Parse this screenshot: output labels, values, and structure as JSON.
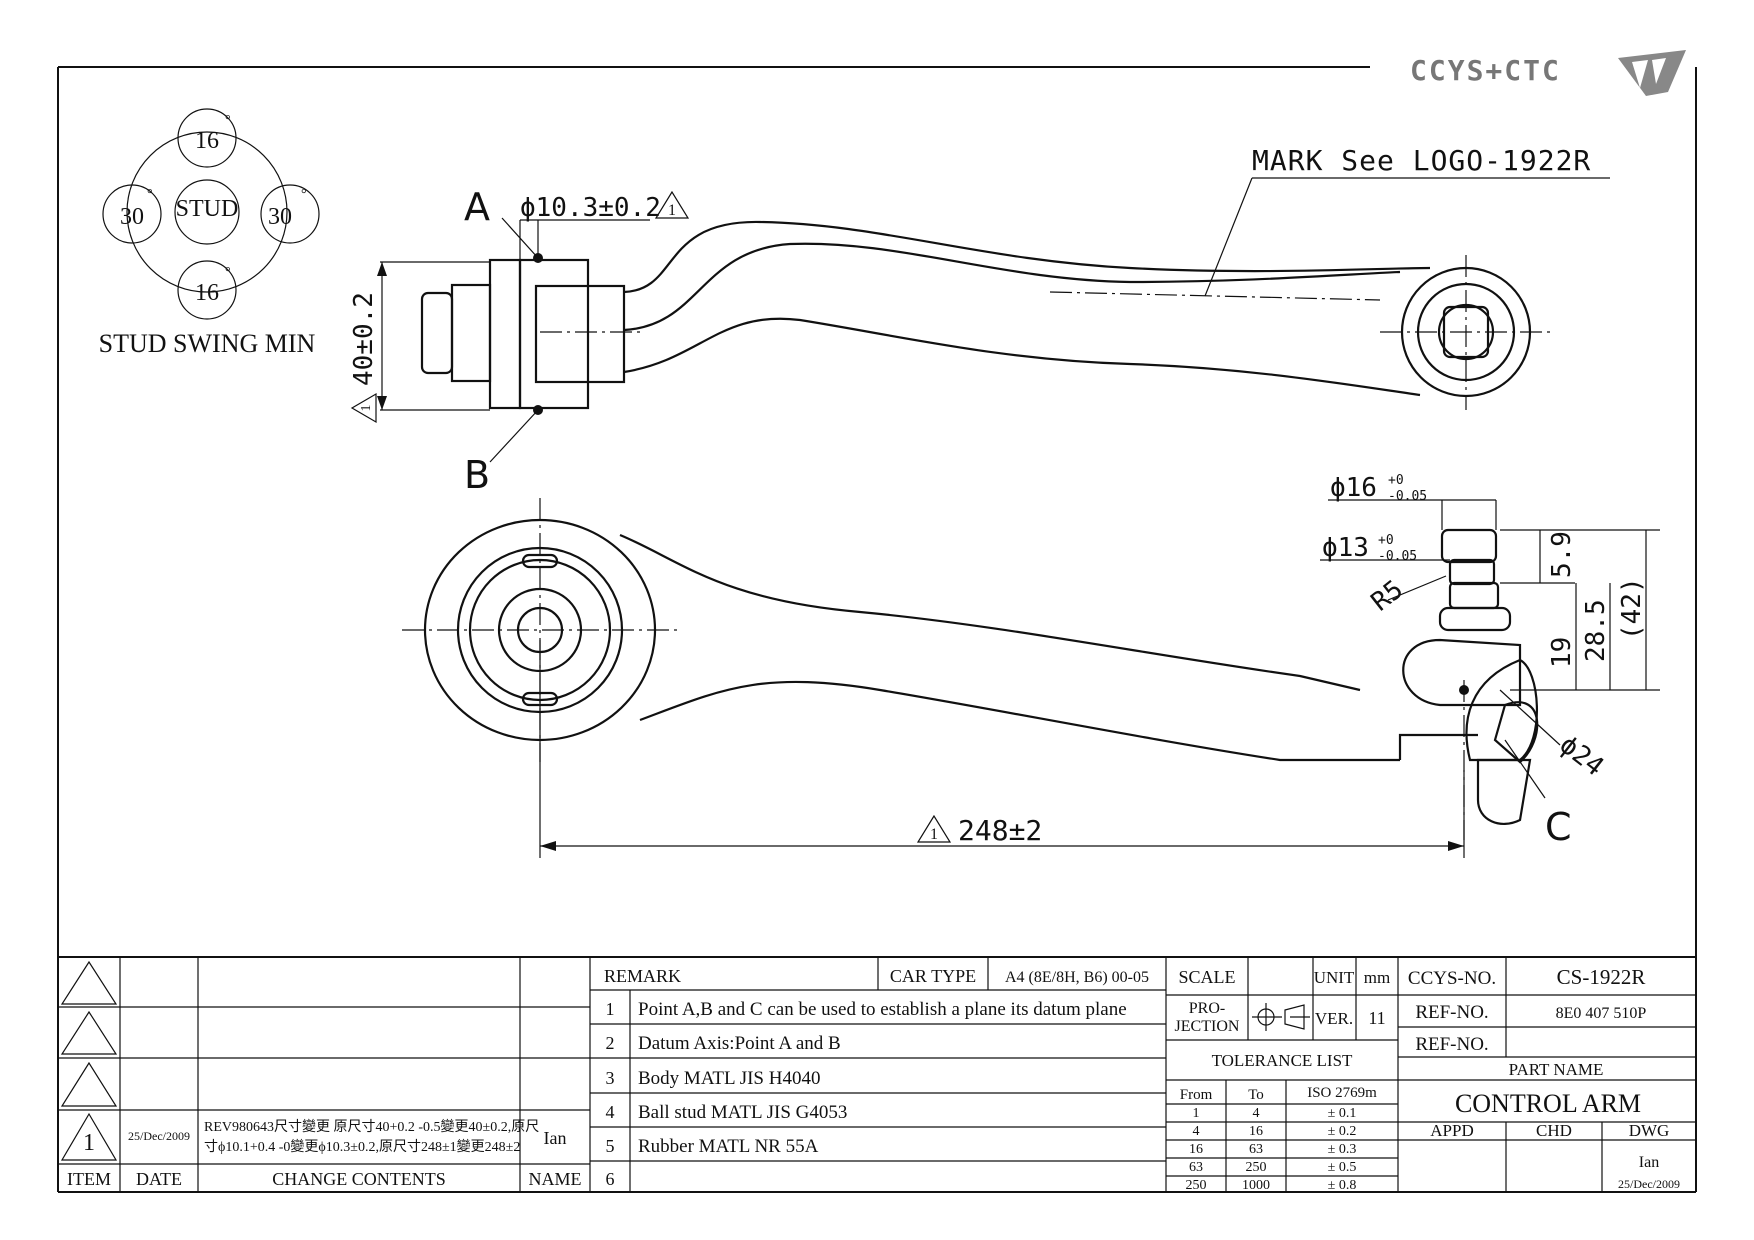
{
  "logo": {
    "text": "CCYS+CTC"
  },
  "mark_note": "MARK See LOGO-1922R",
  "stud_swing": {
    "title": "STUD SWING MIN",
    "center": "STUD",
    "top": "16",
    "bottom": "16",
    "left": "30",
    "right": "30",
    "degree_mark": "°"
  },
  "dims": {
    "label_a": "A",
    "label_b": "B",
    "label_c": "C",
    "dia_top": "ϕ10.3±0.2",
    "flag1": "1",
    "height": "40±0.2",
    "length": "248±2",
    "dia16": "ϕ16",
    "tol_plus": "+0",
    "tol_minus": "-0.05",
    "dia13": "ϕ13",
    "r5": "R5",
    "d59": "5.9",
    "d19": "19",
    "d285": "28.5",
    "d42": "(42)",
    "dia24": "ϕ24"
  },
  "revisions": {
    "rows": [
      {
        "item": "",
        "date": "",
        "change": [
          "",
          ""
        ],
        "name": ""
      },
      {
        "item": "",
        "date": "",
        "change": [
          "",
          ""
        ],
        "name": ""
      },
      {
        "item": "",
        "date": "",
        "change": [
          "",
          ""
        ],
        "name": ""
      },
      {
        "item": "1",
        "date": "25/Dec/2009",
        "change": [
          "REV980643尺寸變更 原尺寸40+0.2 -0.5變更40±0.2,原尺",
          "寸ϕ10.1+0.4 -0變更ϕ10.3±0.2,原尺寸248±1變更248±2"
        ],
        "name": "Ian"
      }
    ],
    "headers": {
      "item": "ITEM",
      "date": "DATE",
      "change": "CHANGE CONTENTS",
      "name": "NAME"
    }
  },
  "remarks": {
    "title": "REMARK",
    "car_type_label": "CAR TYPE",
    "car_type_value": "A4 (8E/8H, B6) 00-05",
    "items": [
      {
        "no": "1",
        "text": "Point A,B and C can be used to establish a plane its datum plane"
      },
      {
        "no": "2",
        "text": "Datum Axis:Point A and B"
      },
      {
        "no": "3",
        "text": "Body MATL JIS H4040"
      },
      {
        "no": "4",
        "text": "Ball stud MATL JIS G4053"
      },
      {
        "no": "5",
        "text": "Rubber MATL NR 55A"
      },
      {
        "no": "6",
        "text": ""
      }
    ]
  },
  "title_block": {
    "scale_label": "SCALE",
    "scale_value": "",
    "unit_label": "UNIT",
    "unit_value": "mm",
    "projection_label": "PRO-\nJECTION",
    "projection_line1": "PRO-",
    "projection_line2": "JECTION",
    "ver_label": "VER.",
    "ver_value": "11",
    "tolerance_title": "TOLERANCE LIST",
    "tolerance_headers": [
      "From",
      "To",
      "ISO 2769m"
    ],
    "tolerance_rows": [
      [
        "1",
        "4",
        "± 0.1"
      ],
      [
        "4",
        "16",
        "± 0.2"
      ],
      [
        "16",
        "63",
        "± 0.3"
      ],
      [
        "63",
        "250",
        "± 0.5"
      ],
      [
        "250",
        "1000",
        "± 0.8"
      ]
    ],
    "ccys_no_label": "CCYS-NO.",
    "ccys_no_value": "CS-1922R",
    "ref_no_label": "REF-NO.",
    "ref_no_value": "8E0 407 510P",
    "ref_no2_label": "REF-NO.",
    "ref_no2_value": "",
    "part_name_label": "PART NAME",
    "part_name_value": "CONTROL ARM",
    "appd_label": "APPD",
    "chd_label": "CHD",
    "dwg_label": "DWG",
    "appd_value": "",
    "chd_value": "",
    "dwg_value": "Ian",
    "dwg_date": "25/Dec/2009"
  }
}
